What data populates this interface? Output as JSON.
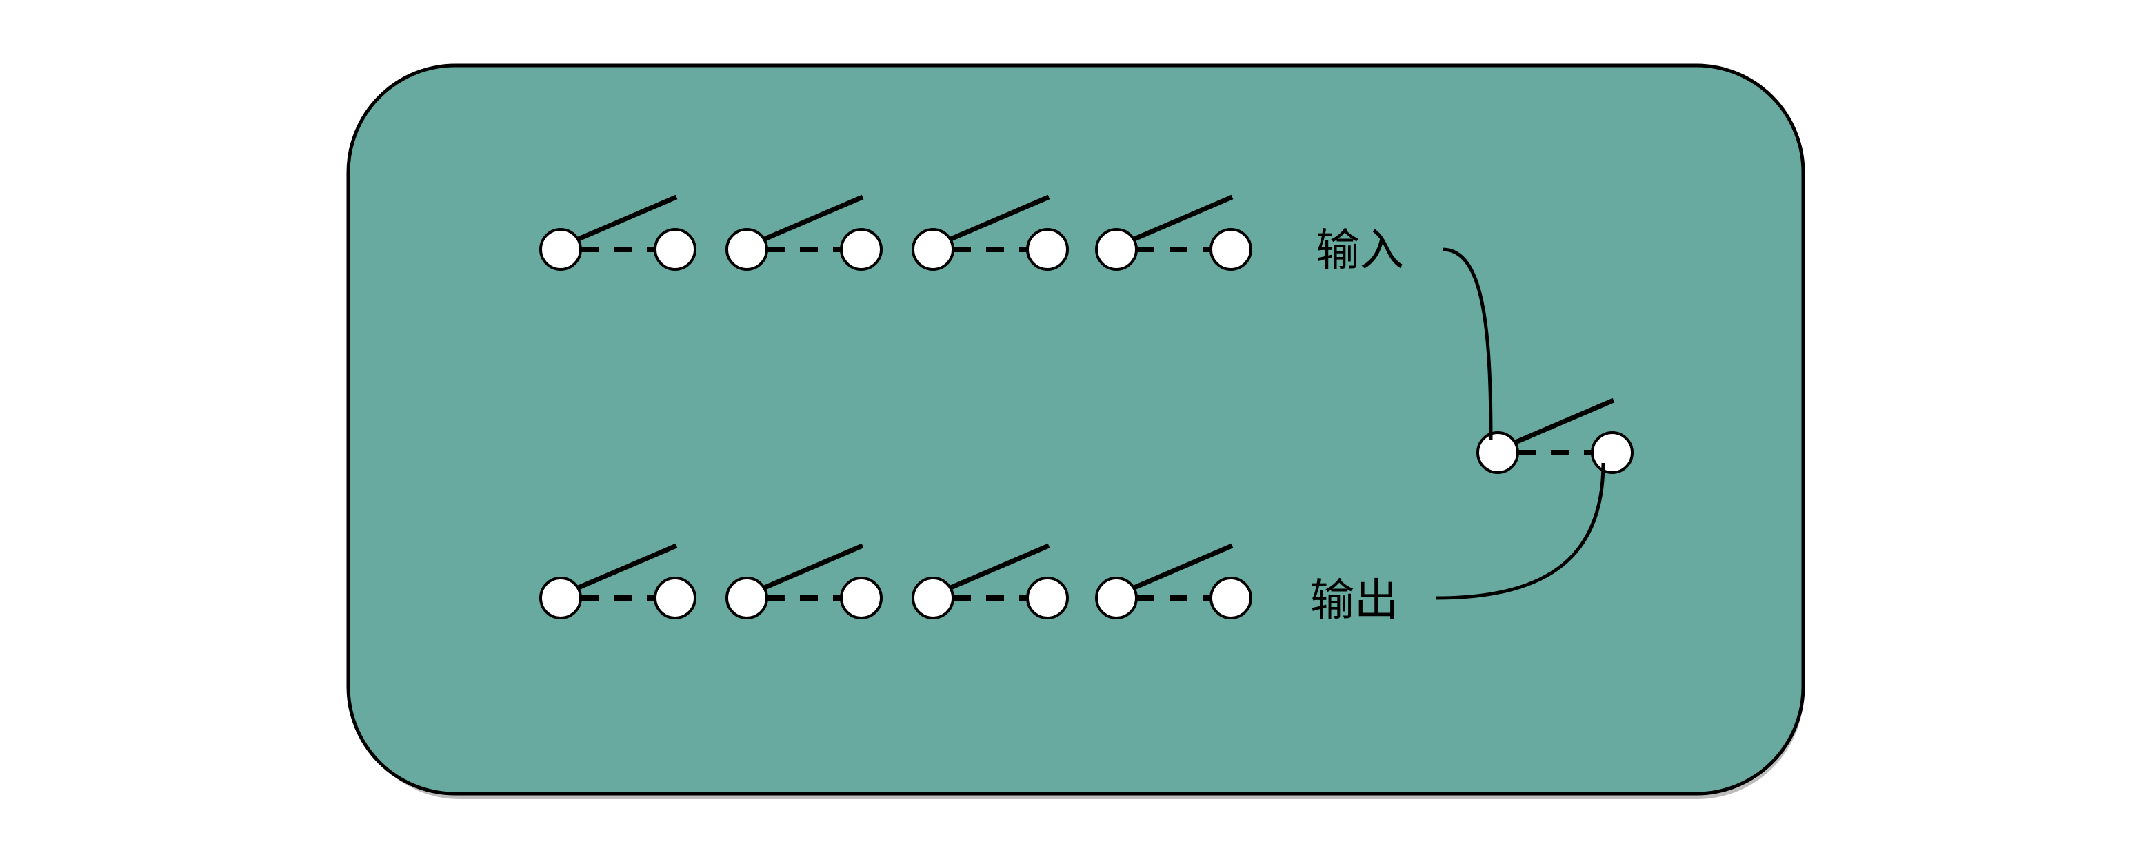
{
  "diagram": {
    "panel_color": "#68aa9f",
    "stroke_color": "#000000",
    "node_fill": "#ffffff",
    "shadow_color": "#bdbdbd",
    "input_label": "输入",
    "output_label": "输出",
    "switch_count_per_row": 4,
    "rows": [
      {
        "name": "input-row",
        "switches": 4
      },
      {
        "name": "output-row",
        "switches": 4
      }
    ],
    "selector_switch_count": 1
  }
}
